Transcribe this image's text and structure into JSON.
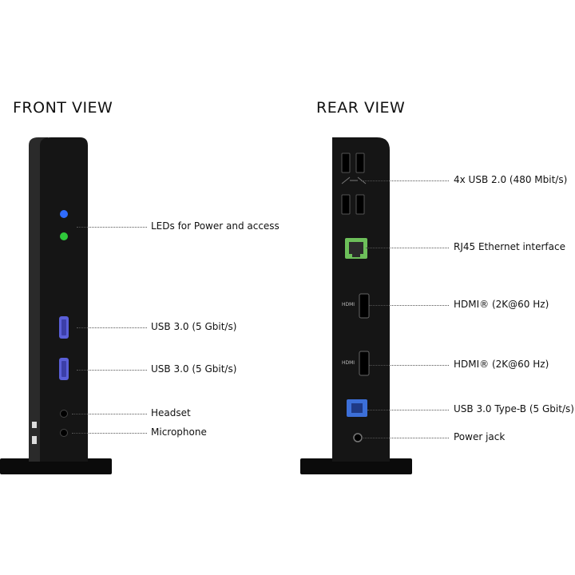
{
  "headings": {
    "front": "FRONT VIEW",
    "rear": "REAR VIEW"
  },
  "front_labels": {
    "leds": "LEDs for Power and access",
    "usb1": "USB 3.0 (5 Gbit/s)",
    "usb2": "USB 3.0 (5 Gbit/s)",
    "headset": "Headset",
    "microphone": "Microphone"
  },
  "rear_labels": {
    "usb2_hub": "4x USB 2.0 (480 Mbit/s)",
    "rj45": "RJ45 Ethernet interface",
    "hdmi1": "HDMI® (2K@60 Hz)",
    "hdmi2": "HDMI® (2K@60 Hz)",
    "usb3b": "USB 3.0 Type-B (5 Gbit/s)",
    "power": "Power jack"
  },
  "device_text": {
    "hdmi_port_label": "HDMI"
  },
  "colors": {
    "body": "#141414",
    "led_blue": "#2f6cff",
    "led_green": "#2fc83a",
    "usb3_blue": "#5a5fd8",
    "ethernet_green": "#6dbf5a"
  }
}
